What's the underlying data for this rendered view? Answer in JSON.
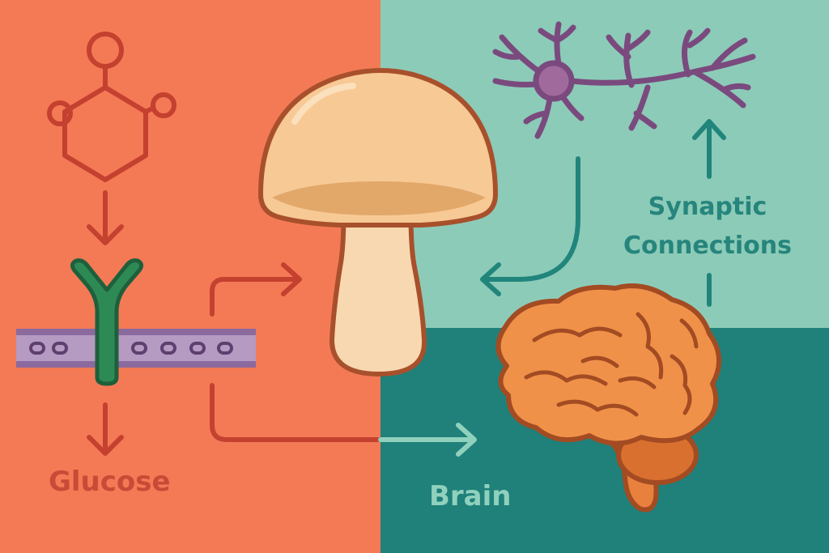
{
  "labels": {
    "glucose": "Glucose",
    "brain": "Brain",
    "synaptic_line1": "Synaptic",
    "synaptic_line2": "Connections"
  },
  "colors": {
    "left_panel": "#f47a56",
    "right_top_panel": "#8ccbb8",
    "right_bottom_panel": "#20807a",
    "arrow_red": "#c4402f",
    "arrow_teal": "#21857c",
    "arrow_light": "#8fd1bd",
    "mushroom_cap": "#f7c995",
    "mushroom_stem": "#f8d8b0",
    "outline": "#a8502c",
    "receptor_green": "#2e8a55",
    "membrane_purple": "#8b6a9e",
    "neuron_purple": "#7a4a7e",
    "brain_orange": "#f0914a"
  },
  "icons": [
    "glucose-molecule-icon",
    "receptor-icon",
    "cell-membrane-icon",
    "mushroom-icon",
    "neuron-icon",
    "brain-icon"
  ]
}
